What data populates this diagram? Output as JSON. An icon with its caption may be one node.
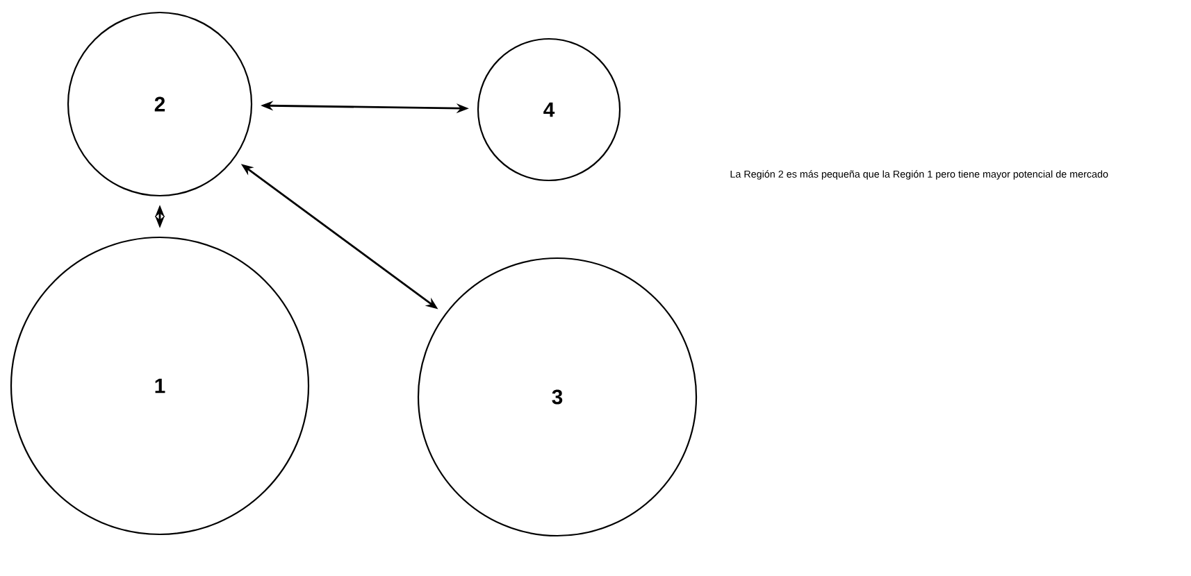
{
  "diagram": {
    "nodes": [
      {
        "text": [
          "2"
        ]
      },
      {
        "text": [
          "4"
        ]
      },
      {
        "text": [
          "1"
        ]
      },
      {
        "text": [
          "3"
        ]
      }
    ],
    "edges": [
      {
        "from": 0,
        "to": 1,
        "arrow": "both"
      },
      {
        "from": 0,
        "to": 2,
        "arrow": "both"
      },
      {
        "from": 0,
        "to": 3,
        "arrow": "both"
      }
    ],
    "labels": [
      "La Región 2 es más pequeña que la Región 1 pero tiene mayor potencial de mercado"
    ]
  }
}
